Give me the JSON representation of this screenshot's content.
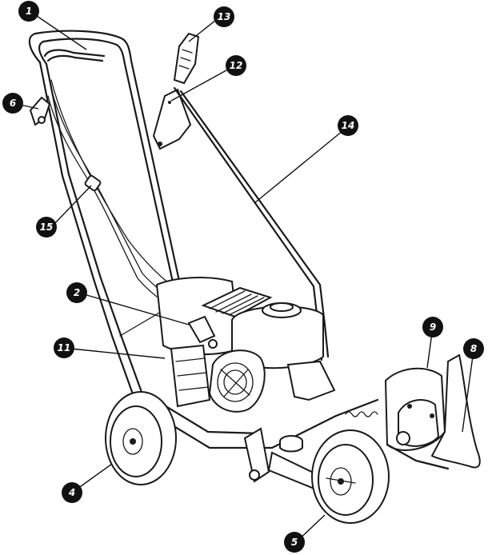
{
  "colors": {
    "ink": "#111111",
    "paper": "#ffffff",
    "badge_text": "#ffffff"
  },
  "callouts": [
    {
      "id": "c1",
      "label": "1"
    },
    {
      "id": "c13",
      "label": "13"
    },
    {
      "id": "c12",
      "label": "12"
    },
    {
      "id": "c6",
      "label": "6"
    },
    {
      "id": "c14",
      "label": "14"
    },
    {
      "id": "c15",
      "label": "15"
    },
    {
      "id": "c2",
      "label": "2"
    },
    {
      "id": "c11",
      "label": "11"
    },
    {
      "id": "c9",
      "label": "9"
    },
    {
      "id": "c8",
      "label": "8"
    },
    {
      "id": "c4",
      "label": "4"
    },
    {
      "id": "c5",
      "label": "5"
    }
  ]
}
